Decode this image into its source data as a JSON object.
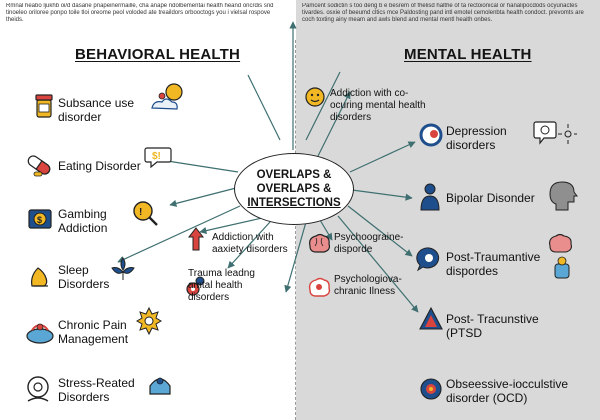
{
  "intro": {
    "left": "Rmnal heabo ljukhb oi/d dasane pnapeinermaille, cha anape ndolbementai health heand oncrdis snd tinoeleo oriloree ponpo toile tloi oreome peol voloded ate treaildors orbooctogs you i vielsal rospove theids.",
    "right": "Pamcent sodictin s too deng b e besrem of fhelisd halthe of ta rectoionical or hanalipocdods ocyunactes tivardes. osxie of beeumd cltics mce Paldosting pand intl emotel cemolenbta health condoct. prevomts are coch toxting ainy meam and awls blend and mental mentl heaith onbes."
  },
  "left": {
    "heading": "BEHAVIORAL HEALTH",
    "items": [
      {
        "label": "Subsance use disorder",
        "icon": "pill-bottle-icon"
      },
      {
        "label": "Eating Disorder",
        "icon": "capsule-icon"
      },
      {
        "label": "Gambing Addiction",
        "icon": "money-icon"
      },
      {
        "label": "Sleep Disorders",
        "icon": "sleep-icon"
      },
      {
        "label": "Chronic Pain Management",
        "icon": "pain-icon"
      },
      {
        "label": "Stress-Reated Disorders",
        "icon": "stress-icon"
      }
    ]
  },
  "right": {
    "heading": "MENTAL HEALTH",
    "items": [
      {
        "label": "Depression disorders",
        "icon": "depression-icon"
      },
      {
        "label": "Bipolar Disonder",
        "icon": "person-icon"
      },
      {
        "label": "Post-Traumantive dispordes",
        "icon": "chat-icon"
      },
      {
        "label": "Post- Tracunstive (PTSD",
        "icon": "warning-icon"
      },
      {
        "label": "Obseessive-iocculstive disorder (OCD)",
        "icon": "ocd-icon"
      }
    ]
  },
  "center": {
    "line1": "OVERLAPS &",
    "line2": "OVERLAPS &",
    "line3": "INTERSECTIONS"
  },
  "overlaps": [
    {
      "label": "Addiction with co-ocuring mental health disorders",
      "icon": "face-icon"
    },
    {
      "label": "Addiction with aaxiety disorders",
      "icon": "arrow-up-icon"
    },
    {
      "label": "Trauma leadng amtal health disorders",
      "icon": "gears-icon"
    },
    {
      "label": "Psychoograine-disporde",
      "icon": "brain-icon"
    },
    {
      "label": "Psychologiova-chranic Ilness",
      "icon": "brain-cloud-icon"
    }
  ],
  "colors": {
    "arrow": "#3f6f70",
    "accent_yellow": "#f2b824",
    "accent_red": "#d9443e",
    "accent_blue": "#1f4e8c",
    "right_panel": "#d9d9d9"
  }
}
